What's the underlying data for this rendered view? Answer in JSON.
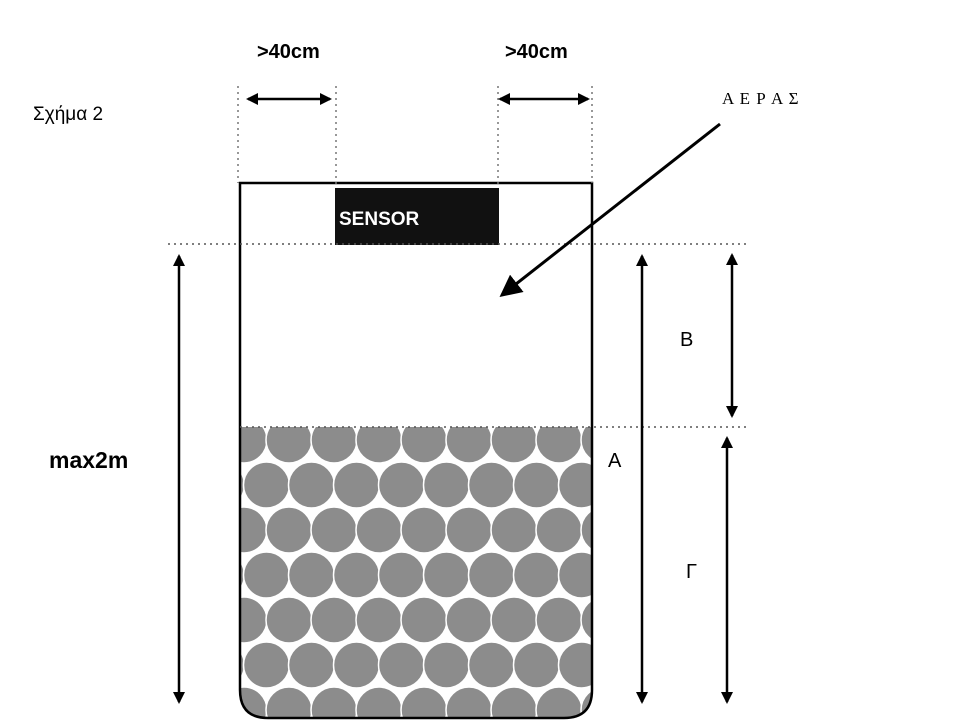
{
  "figure_label": "Σχήμα 2",
  "clearance_left": ">40cm",
  "clearance_right": ">40cm",
  "sensor_label": "SENSOR",
  "air_label": "Α Ε Ρ Α Σ",
  "max_height_label": "max2m",
  "dim_a": "A",
  "dim_b": "B",
  "dim_c": "Γ",
  "colors": {
    "ink": "#000000",
    "sensor_fill": "#111111",
    "sensor_text": "#ffffff",
    "granule_fill": "#8c8c8c",
    "granule_bg": "#ffffff",
    "guide_line": "#777777"
  }
}
